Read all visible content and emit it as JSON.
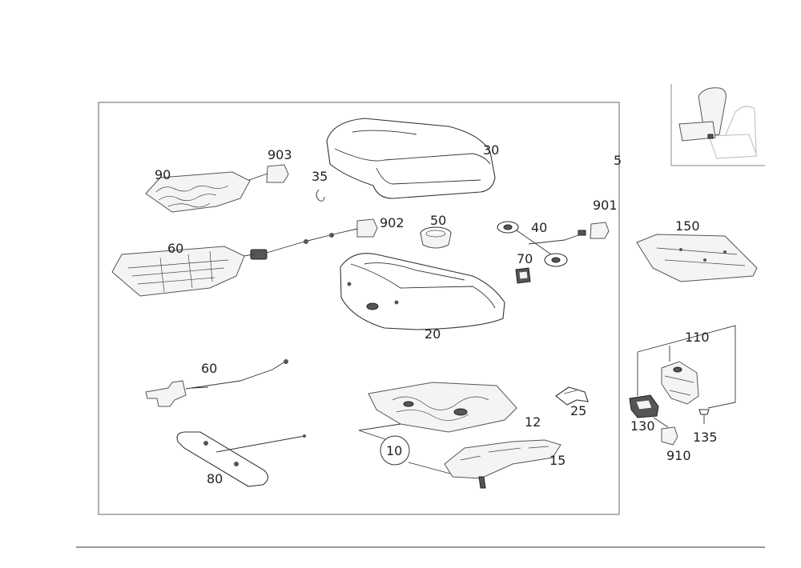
{
  "labels": {
    "main_group": "5",
    "seat_cover": "30",
    "spring_wire": "35",
    "heating_mat": "90",
    "tag_903": "903",
    "tag_902": "902",
    "clip_ring": "50",
    "mat_sensor": "60",
    "harness": "60",
    "cushion_foam": "20",
    "grommets": "40",
    "tag_901": "901",
    "connector_70": "70",
    "sensor_mat_80": "80",
    "seat_pan_assembly": "10",
    "seat_pan": "12",
    "clip_25": "25",
    "frame_15": "15",
    "pan_cover": "150",
    "bracket_group": "110",
    "switch_130": "130",
    "screw_135": "135",
    "tag_910": "910"
  },
  "colors": {
    "line": "#333333",
    "border": "#666666",
    "background": "#ffffff"
  }
}
